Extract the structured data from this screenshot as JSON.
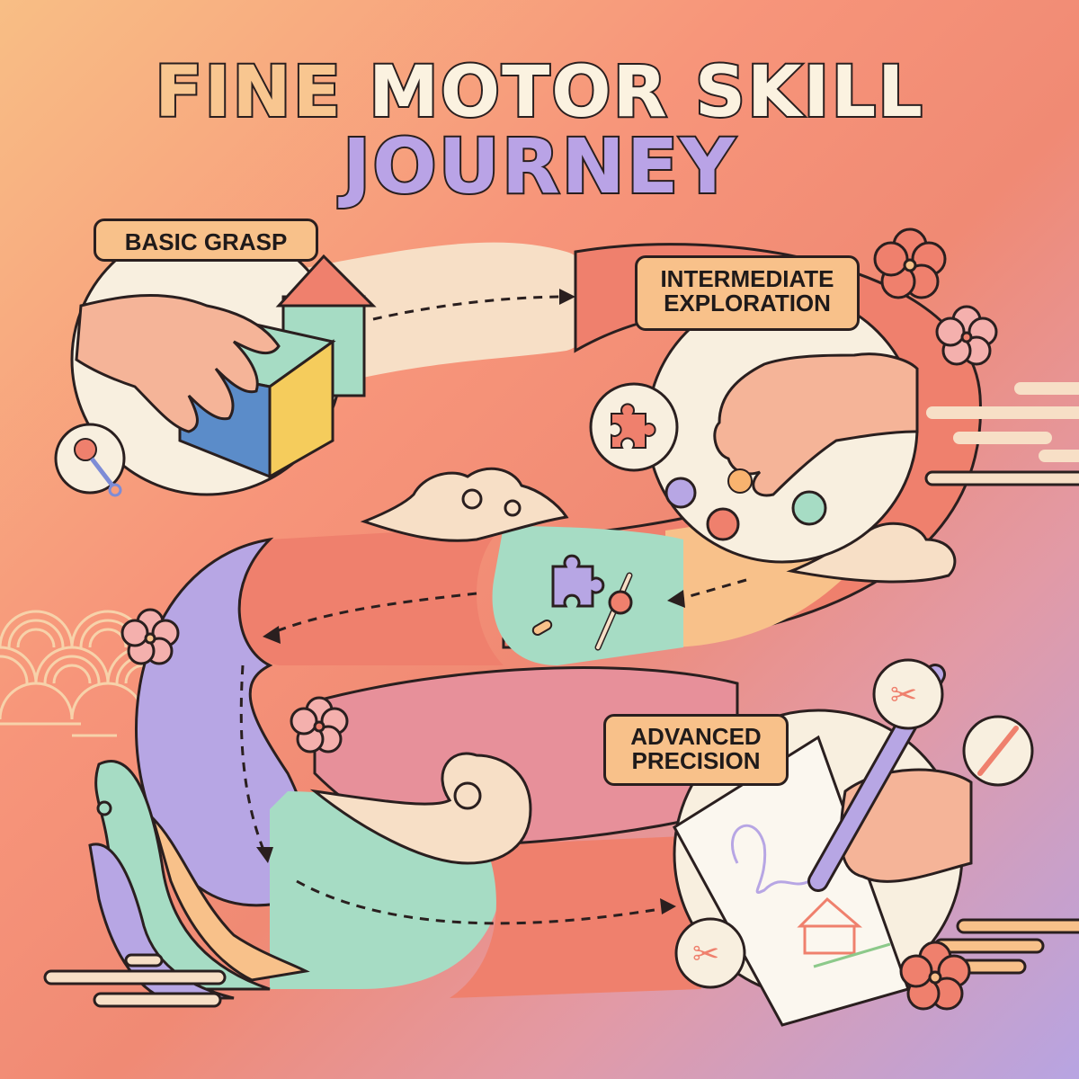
{
  "title": {
    "line1_word1": "FINE",
    "line1_word2": "MOTOR SKILL",
    "line2": "JOURNEY"
  },
  "stages": [
    {
      "label": "BASIC GRASP",
      "illustration": "hand-grasping-block",
      "badge_icon": "rattle-icon",
      "objects": [
        "cube-block",
        "cylinder-cone-block"
      ]
    },
    {
      "label_line1": "INTERMEDIATE",
      "label_line2": "EXPLORATION",
      "illustration": "hand-pinching-bead",
      "badge_icon": "puzzle-piece-icon",
      "objects": [
        "purple-button",
        "red-button",
        "orange-bead",
        "mint-marble"
      ]
    },
    {
      "label_line1": "ADVANCED",
      "label_line2": "PRECISION",
      "illustration": "hand-writing-with-pen",
      "badge_icons": [
        "scissors-icon",
        "paintbrush-icon",
        "scissors-icon"
      ],
      "objects": [
        "spiral-notebook",
        "house-drawing",
        "squiggle-drawing"
      ]
    }
  ],
  "path": {
    "colors": {
      "cream": "#f7dfc6",
      "coral": "#ef806d",
      "mint": "#a6dcc4",
      "lavender": "#b7a6e4",
      "peach": "#f8c18a"
    },
    "arrows": [
      "right",
      "left",
      "left",
      "down",
      "right"
    ]
  },
  "decorations": [
    "sakura-flower",
    "cloud-swirl",
    "seigaiha-wave-pattern",
    "ocean-wave"
  ],
  "colors": {
    "bg_top_left": "#f8be85",
    "bg_mid": "#f08a74",
    "bg_bottom_right": "#b7a4e2",
    "outline": "#2a1f1f",
    "label_fill": "#f8c18a",
    "circle_fill": "#f8efdf"
  }
}
